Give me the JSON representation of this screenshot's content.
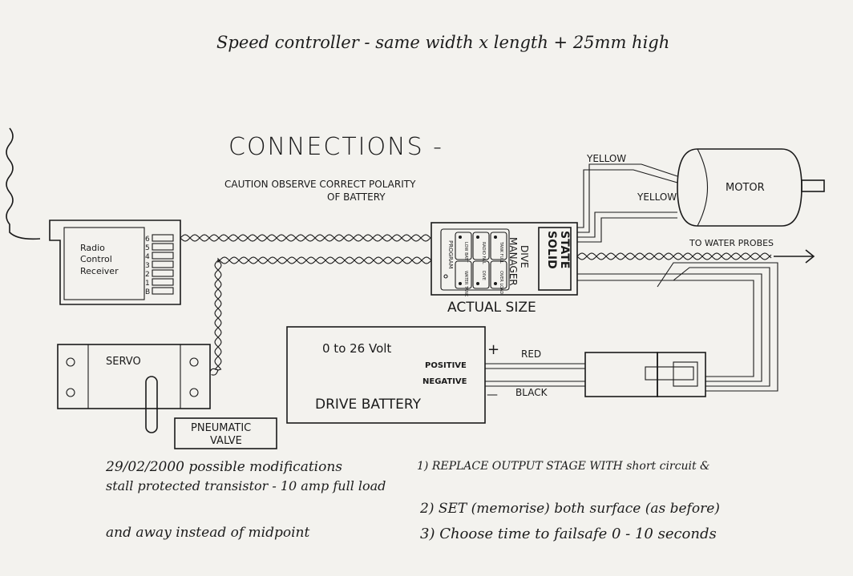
{
  "header_note": "Speed controller - same width x length + 25mm high",
  "title": "CONNECTIONS -",
  "caution": {
    "line1": "CAUTION  OBSERVE CORRECT POLARITY",
    "line2": "OF BATTERY"
  },
  "receiver": {
    "line1": "Radio",
    "line2": "Control",
    "line3": "Receiver",
    "channels": [
      "6",
      "5",
      "4",
      "3",
      "2",
      "1",
      "B"
    ]
  },
  "dive_manager": {
    "title1": "DIVE",
    "title2": "MANAGER",
    "badge1": "SOLID",
    "badge2": "STATE",
    "program": "PROGRAM",
    "lamps": [
      "LOW BATT",
      "RADIO FAIL",
      "TANK FULL",
      "WATER TANK",
      "DIVE",
      "OVER LOAD"
    ],
    "caption": "ACTUAL SIZE"
  },
  "motor": {
    "label": "MOTOR",
    "wire1": "YELLOW",
    "wire2": "YELLOW"
  },
  "water_probes": "TO WATER PROBES",
  "servo": "SERVO",
  "valve": {
    "line1": "PNEUMATIC",
    "line2": "VALVE"
  },
  "battery": {
    "voltage": "0 to 26 Volt",
    "positive": "POSITIVE",
    "negative": "NEGATIVE",
    "name": "DRIVE BATTERY",
    "plus": "+",
    "minus": "—",
    "red": "RED",
    "black": "BLACK"
  },
  "notes": {
    "line1_left": "29/02/2000  possible modifications",
    "line1_right": "1) REPLACE OUTPUT STAGE WITH  short circuit &",
    "line2": "stall protected transistor - 10 amp full load",
    "line3": "2) SET (memorise) both surface (as before)",
    "line4_left": "and away instead of midpoint",
    "line4_right": "3) Choose  time to failsafe  0 - 10 seconds"
  }
}
